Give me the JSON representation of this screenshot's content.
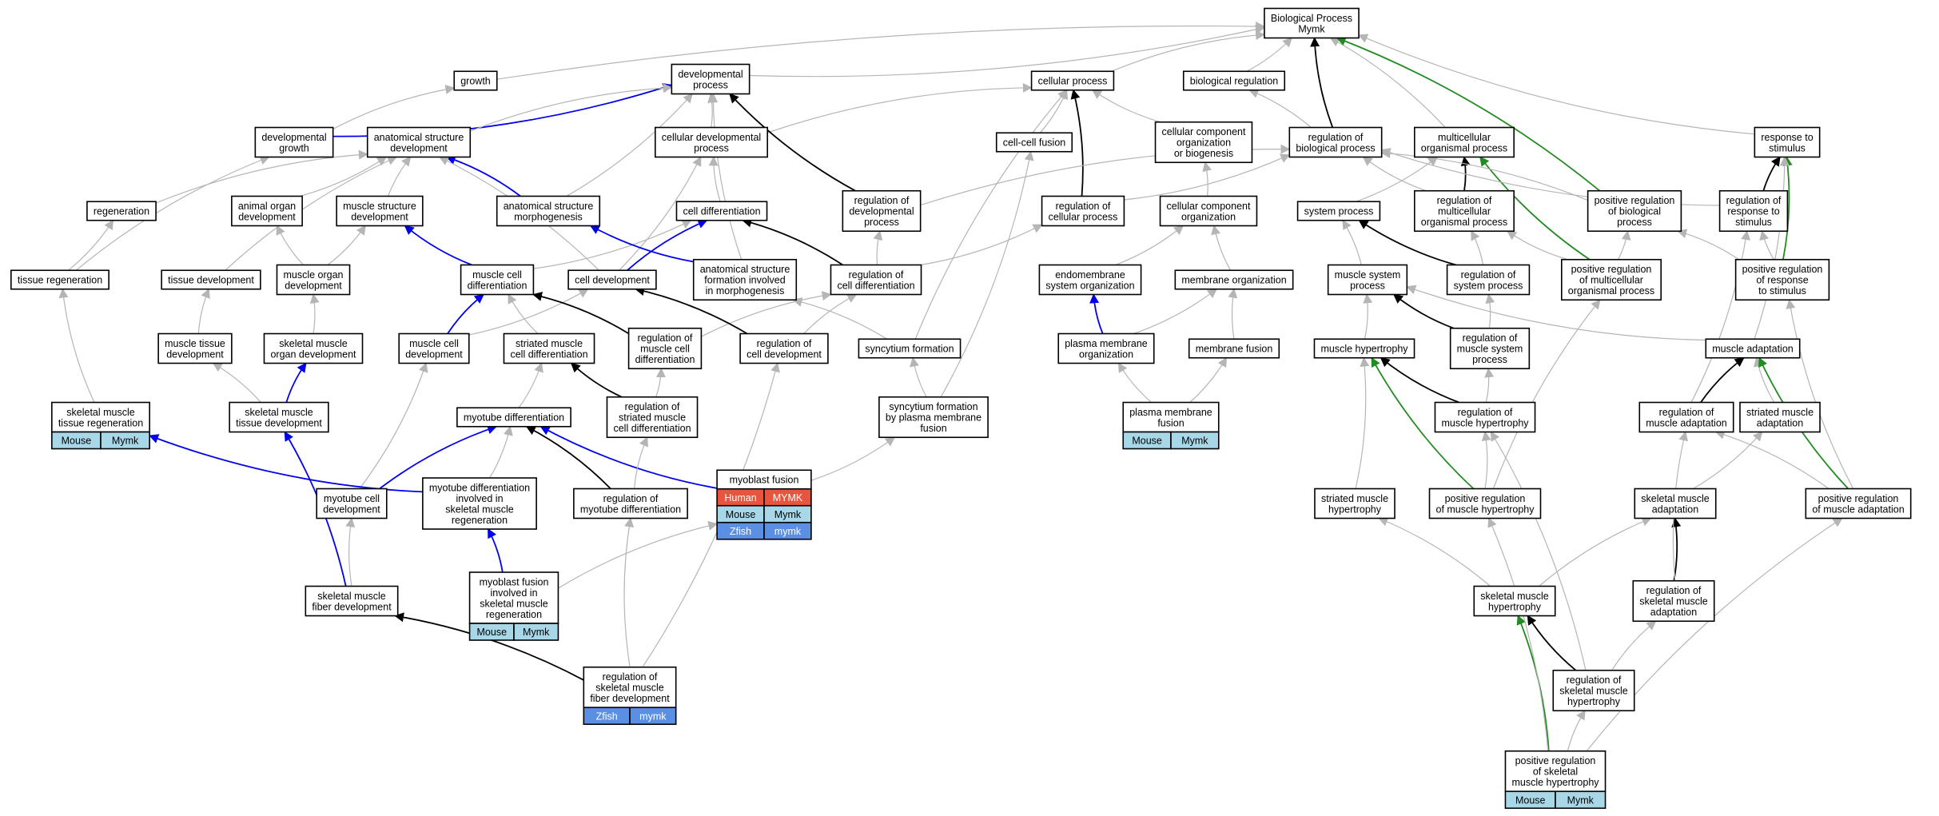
{
  "colors": {
    "is_a": "#b5b5b5",
    "part_of": "#b5b5b5",
    "regulates": "#000000",
    "has_part": "#0000ee",
    "positively_regulates": "#228b22",
    "species": {
      "Human": "#e8553f",
      "Mouse": "#a8d8e8",
      "Zfish": "#5b8fe3"
    }
  },
  "nodes": [
    {
      "id": "bp",
      "label": [
        "Biological Process",
        "Mymk"
      ]
    },
    {
      "id": "growth",
      "label": [
        "growth"
      ]
    },
    {
      "id": "devproc",
      "label": [
        "developmental",
        "process"
      ]
    },
    {
      "id": "cellproc",
      "label": [
        "cellular process"
      ]
    },
    {
      "id": "bioreg",
      "label": [
        "biological regulation"
      ]
    },
    {
      "id": "devgrowth",
      "label": [
        "developmental",
        "growth"
      ]
    },
    {
      "id": "asd",
      "label": [
        "anatomical structure",
        "development"
      ]
    },
    {
      "id": "celldevproc",
      "label": [
        "cellular developmental",
        "process"
      ]
    },
    {
      "id": "cellcellfusion",
      "label": [
        "cell-cell fusion"
      ]
    },
    {
      "id": "ccob",
      "label": [
        "cellular component",
        "organization",
        "or biogenesis"
      ]
    },
    {
      "id": "regbioproc",
      "label": [
        "regulation of",
        "biological process"
      ]
    },
    {
      "id": "multiorg",
      "label": [
        "multicellular",
        "organismal process"
      ]
    },
    {
      "id": "respstim",
      "label": [
        "response to",
        "stimulus"
      ]
    },
    {
      "id": "regeneration",
      "label": [
        "regeneration"
      ]
    },
    {
      "id": "animalorgan",
      "label": [
        "animal organ",
        "development"
      ]
    },
    {
      "id": "msd",
      "label": [
        "muscle structure",
        "development"
      ]
    },
    {
      "id": "asm",
      "label": [
        "anatomical structure",
        "morphogenesis"
      ]
    },
    {
      "id": "celldiff",
      "label": [
        "cell differentiation"
      ]
    },
    {
      "id": "regdevproc",
      "label": [
        "regulation of",
        "developmental",
        "process"
      ]
    },
    {
      "id": "regcellproc",
      "label": [
        "regulation of",
        "cellular process"
      ]
    },
    {
      "id": "cco",
      "label": [
        "cellular component",
        "organization"
      ]
    },
    {
      "id": "sysproc",
      "label": [
        "system process"
      ]
    },
    {
      "id": "regmultiorg",
      "label": [
        "regulation of",
        "multicellular",
        "organismal process"
      ]
    },
    {
      "id": "posregbio",
      "label": [
        "positive regulation",
        "of biological",
        "process"
      ]
    },
    {
      "id": "regresp",
      "label": [
        "regulation of",
        "response to",
        "stimulus"
      ]
    },
    {
      "id": "tissueregen",
      "label": [
        "tissue regeneration"
      ]
    },
    {
      "id": "tissuedev",
      "label": [
        "tissue development"
      ]
    },
    {
      "id": "muscleorgan",
      "label": [
        "muscle organ",
        "development"
      ]
    },
    {
      "id": "mcdiff",
      "label": [
        "muscle cell",
        "differentiation"
      ]
    },
    {
      "id": "celldev",
      "label": [
        "cell development"
      ]
    },
    {
      "id": "asfm",
      "label": [
        "anatomical structure",
        "formation involved",
        "in morphogenesis"
      ]
    },
    {
      "id": "regcelldiff",
      "label": [
        "regulation of",
        "cell differentiation"
      ]
    },
    {
      "id": "endosys",
      "label": [
        "endomembrane",
        "system organization"
      ]
    },
    {
      "id": "memorg",
      "label": [
        "membrane organization"
      ]
    },
    {
      "id": "mussysproc",
      "label": [
        "muscle system",
        "process"
      ]
    },
    {
      "id": "regsysproc",
      "label": [
        "regulation of",
        "system process"
      ]
    },
    {
      "id": "posregmulti",
      "label": [
        "positive regulation",
        "of multicellular",
        "organismal process"
      ]
    },
    {
      "id": "posregresp",
      "label": [
        "positive regulation",
        "of response",
        "to stimulus"
      ]
    },
    {
      "id": "mtissuedev",
      "label": [
        "muscle tissue",
        "development"
      ]
    },
    {
      "id": "smorgdev",
      "label": [
        "skeletal muscle",
        "organ development"
      ]
    },
    {
      "id": "mcdev",
      "label": [
        "muscle cell",
        "development"
      ]
    },
    {
      "id": "striateddiff",
      "label": [
        "striated muscle",
        "cell differentiation"
      ]
    },
    {
      "id": "regmcdiff",
      "label": [
        "regulation of",
        "muscle cell",
        "differentiation"
      ]
    },
    {
      "id": "regcelldev",
      "label": [
        "regulation of",
        "cell development"
      ]
    },
    {
      "id": "syncytium",
      "label": [
        "syncytium formation"
      ]
    },
    {
      "id": "pmorg",
      "label": [
        "plasma membrane",
        "organization"
      ]
    },
    {
      "id": "memfusion",
      "label": [
        "membrane fusion"
      ]
    },
    {
      "id": "muschyper",
      "label": [
        "muscle hypertrophy"
      ]
    },
    {
      "id": "regmussys",
      "label": [
        "regulation of",
        "muscle system",
        "process"
      ]
    },
    {
      "id": "musadapt",
      "label": [
        "muscle adaptation"
      ]
    },
    {
      "id": "smtissueregen",
      "label": [
        "skeletal muscle",
        "tissue regeneration"
      ],
      "tags": [
        [
          "Mouse",
          "Mymk"
        ]
      ]
    },
    {
      "id": "smtissuedev",
      "label": [
        "skeletal muscle",
        "tissue development"
      ]
    },
    {
      "id": "myotubediff",
      "label": [
        "myotube differentiation"
      ]
    },
    {
      "id": "regstriated",
      "label": [
        "regulation of",
        "striated muscle",
        "cell differentiation"
      ]
    },
    {
      "id": "syncpmf",
      "label": [
        "syncytium formation",
        "by plasma membrane",
        "fusion"
      ]
    },
    {
      "id": "pmfusion",
      "label": [
        "plasma membrane",
        "fusion"
      ],
      "tags": [
        [
          "Mouse",
          "Mymk"
        ]
      ]
    },
    {
      "id": "regmushyper",
      "label": [
        "regulation of",
        "muscle hypertrophy"
      ]
    },
    {
      "id": "regmusadapt",
      "label": [
        "regulation of",
        "muscle adaptation"
      ]
    },
    {
      "id": "striatedadapt",
      "label": [
        "striated muscle",
        "adaptation"
      ]
    },
    {
      "id": "myoblastfusion",
      "label": [
        "myoblast fusion"
      ],
      "tags": [
        [
          "Human",
          "MYMK"
        ],
        [
          "Mouse",
          "Mymk"
        ],
        [
          "Zfish",
          "mymk"
        ]
      ]
    },
    {
      "id": "myotubecelldev",
      "label": [
        "myotube cell",
        "development"
      ]
    },
    {
      "id": "mtdregen",
      "label": [
        "myotube differentiation",
        "involved in",
        "skeletal muscle",
        "regeneration"
      ]
    },
    {
      "id": "regmyotube",
      "label": [
        "regulation of",
        "myotube differentiation"
      ]
    },
    {
      "id": "striatedhyper",
      "label": [
        "striated muscle",
        "hypertrophy"
      ]
    },
    {
      "id": "posregmushyper",
      "label": [
        "positive regulation",
        "of muscle hypertrophy"
      ]
    },
    {
      "id": "smadapt",
      "label": [
        "skeletal muscle",
        "adaptation"
      ]
    },
    {
      "id": "posregmusadapt",
      "label": [
        "positive regulation",
        "of muscle adaptation"
      ]
    },
    {
      "id": "mbfregen",
      "label": [
        "myoblast fusion",
        "involved in",
        "skeletal muscle",
        "regeneration"
      ],
      "tags": [
        [
          "Mouse",
          "Mymk"
        ]
      ]
    },
    {
      "id": "smfiberdev",
      "label": [
        "skeletal muscle",
        "fiber development"
      ]
    },
    {
      "id": "smhyper",
      "label": [
        "skeletal muscle",
        "hypertrophy"
      ]
    },
    {
      "id": "regsmadapt",
      "label": [
        "regulation of",
        "skeletal muscle",
        "adaptation"
      ]
    },
    {
      "id": "regsmfiber",
      "label": [
        "regulation of",
        "skeletal muscle",
        "fiber development"
      ],
      "tags": [
        [
          "Zfish",
          "mymk"
        ]
      ]
    },
    {
      "id": "regsmhyper",
      "label": [
        "regulation of",
        "skeletal muscle",
        "hypertrophy"
      ]
    },
    {
      "id": "posregsmhyper",
      "label": [
        "positive regulation",
        "of skeletal",
        "muscle hypertrophy"
      ],
      "tags": [
        [
          "Mouse",
          "Mymk"
        ]
      ]
    }
  ],
  "edges": [
    [
      "growth",
      "bp",
      "is_a"
    ],
    [
      "devproc",
      "bp",
      "is_a"
    ],
    [
      "cellproc",
      "bp",
      "is_a"
    ],
    [
      "bioreg",
      "bp",
      "is_a"
    ],
    [
      "regbioproc",
      "bp",
      "regulates"
    ],
    [
      "multiorg",
      "bp",
      "is_a"
    ],
    [
      "respstim",
      "bp",
      "is_a"
    ],
    [
      "posregbio",
      "bp",
      "positively_regulates"
    ],
    [
      "devgrowth",
      "growth",
      "is_a"
    ],
    [
      "devgrowth",
      "devproc",
      "has_part"
    ],
    [
      "asd",
      "devproc",
      "is_a"
    ],
    [
      "celldevproc",
      "devproc",
      "is_a"
    ],
    [
      "celldevproc",
      "cellproc",
      "is_a"
    ],
    [
      "cellcellfusion",
      "cellproc",
      "is_a"
    ],
    [
      "ccob",
      "cellproc",
      "is_a"
    ],
    [
      "regbioproc",
      "bioreg",
      "is_a"
    ],
    [
      "regdevproc",
      "devproc",
      "regulates"
    ],
    [
      "asm",
      "devproc",
      "part_of"
    ],
    [
      "asfm",
      "devproc",
      "part_of"
    ],
    [
      "regcellproc",
      "cellproc",
      "regulates"
    ],
    [
      "syncytium",
      "cellproc",
      "is_a"
    ],
    [
      "regmultiorg",
      "multiorg",
      "regulates"
    ],
    [
      "posregmulti",
      "multiorg",
      "positively_regulates"
    ],
    [
      "sysproc",
      "multiorg",
      "is_a"
    ],
    [
      "regresp",
      "respstim",
      "regulates"
    ],
    [
      "posregresp",
      "respstim",
      "positively_regulates"
    ],
    [
      "regdevproc",
      "regbioproc",
      "is_a"
    ],
    [
      "regcellproc",
      "regbioproc",
      "is_a"
    ],
    [
      "regmultiorg",
      "regbioproc",
      "is_a"
    ],
    [
      "posregbio",
      "regbioproc",
      "is_a"
    ],
    [
      "regresp",
      "regbioproc",
      "is_a"
    ],
    [
      "cco",
      "ccob",
      "is_a"
    ],
    [
      "regeneration",
      "asd",
      "is_a"
    ],
    [
      "animalorgan",
      "asd",
      "is_a"
    ],
    [
      "msd",
      "asd",
      "is_a"
    ],
    [
      "asm",
      "asd",
      "has_part"
    ],
    [
      "tissuedev",
      "asd",
      "is_a"
    ],
    [
      "celldev",
      "asd",
      "part_of"
    ],
    [
      "celldiff",
      "celldevproc",
      "is_a"
    ],
    [
      "celldev",
      "celldevproc",
      "is_a"
    ],
    [
      "tissueregen",
      "devgrowth",
      "is_a"
    ],
    [
      "tissueregen",
      "regeneration",
      "is_a"
    ],
    [
      "muscleorgan",
      "animalorgan",
      "is_a"
    ],
    [
      "muscleorgan",
      "msd",
      "is_a"
    ],
    [
      "mcdiff",
      "msd",
      "has_part"
    ],
    [
      "mcdiff",
      "celldiff",
      "is_a"
    ],
    [
      "celldev",
      "celldiff",
      "has_part"
    ],
    [
      "regcelldiff",
      "celldiff",
      "regulates"
    ],
    [
      "asfm",
      "asm",
      "has_part"
    ],
    [
      "regcelldiff",
      "regcellproc",
      "is_a"
    ],
    [
      "regcelldiff",
      "regdevproc",
      "is_a"
    ],
    [
      "endosys",
      "cco",
      "is_a"
    ],
    [
      "memorg",
      "cco",
      "is_a"
    ],
    [
      "mussysproc",
      "sysproc",
      "is_a"
    ],
    [
      "regsysproc",
      "sysproc",
      "regulates"
    ],
    [
      "regsysproc",
      "regmultiorg",
      "is_a"
    ],
    [
      "posregmulti",
      "regmultiorg",
      "is_a"
    ],
    [
      "posregmulti",
      "posregbio",
      "is_a"
    ],
    [
      "posregresp",
      "regresp",
      "is_a"
    ],
    [
      "posregresp",
      "posregbio",
      "is_a"
    ],
    [
      "mtissuedev",
      "tissuedev",
      "is_a"
    ],
    [
      "smorgdev",
      "muscleorgan",
      "is_a"
    ],
    [
      "mcdev",
      "mcdiff",
      "has_part"
    ],
    [
      "mcdev",
      "celldev",
      "is_a"
    ],
    [
      "striateddiff",
      "mcdiff",
      "is_a"
    ],
    [
      "regmcdiff",
      "mcdiff",
      "regulates"
    ],
    [
      "regmcdiff",
      "regcelldiff",
      "is_a"
    ],
    [
      "regcelldev",
      "celldev",
      "regulates"
    ],
    [
      "regcelldev",
      "regcelldiff",
      "is_a"
    ],
    [
      "syncytium",
      "asfm",
      "is_a"
    ],
    [
      "pmorg",
      "endosys",
      "has_part"
    ],
    [
      "pmorg",
      "memorg",
      "is_a"
    ],
    [
      "memfusion",
      "memorg",
      "is_a"
    ],
    [
      "muschyper",
      "mussysproc",
      "is_a"
    ],
    [
      "regmussys",
      "mussysproc",
      "regulates"
    ],
    [
      "regmussys",
      "regsysproc",
      "is_a"
    ],
    [
      "musadapt",
      "mussysproc",
      "is_a"
    ],
    [
      "musadapt",
      "respstim",
      "is_a"
    ],
    [
      "smtissueregen",
      "tissueregen",
      "is_a"
    ],
    [
      "smtissuedev",
      "mtissuedev",
      "is_a"
    ],
    [
      "smtissuedev",
      "smorgdev",
      "has_part"
    ],
    [
      "myotubediff",
      "striateddiff",
      "is_a"
    ],
    [
      "regstriated",
      "striateddiff",
      "regulates"
    ],
    [
      "regstriated",
      "regmcdiff",
      "is_a"
    ],
    [
      "syncpmf",
      "syncytium",
      "is_a"
    ],
    [
      "syncpmf",
      "cellcellfusion",
      "is_a"
    ],
    [
      "pmfusion",
      "pmorg",
      "is_a"
    ],
    [
      "pmfusion",
      "memfusion",
      "is_a"
    ],
    [
      "regmushyper",
      "muschyper",
      "regulates"
    ],
    [
      "regmushyper",
      "regmussys",
      "is_a"
    ],
    [
      "regmusadapt",
      "musadapt",
      "regulates"
    ],
    [
      "regmusadapt",
      "regresp",
      "is_a"
    ],
    [
      "striatedadapt",
      "musadapt",
      "is_a"
    ],
    [
      "myoblastfusion",
      "syncpmf",
      "is_a"
    ],
    [
      "myoblastfusion",
      "myotubediff",
      "has_part"
    ],
    [
      "myotubecelldev",
      "mcdev",
      "is_a"
    ],
    [
      "myotubecelldev",
      "myotubediff",
      "has_part"
    ],
    [
      "mtdregen",
      "myotubediff",
      "is_a"
    ],
    [
      "mtdregen",
      "smtissueregen",
      "has_part"
    ],
    [
      "regmyotube",
      "myotubediff",
      "regulates"
    ],
    [
      "regmyotube",
      "regstriated",
      "is_a"
    ],
    [
      "striatedhyper",
      "muschyper",
      "is_a"
    ],
    [
      "posregmushyper",
      "muschyper",
      "positively_regulates"
    ],
    [
      "posregmushyper",
      "regmushyper",
      "is_a"
    ],
    [
      "posregmushyper",
      "posregmulti",
      "is_a"
    ],
    [
      "smadapt",
      "striatedadapt",
      "is_a"
    ],
    [
      "posregmusadapt",
      "musadapt",
      "positively_regulates"
    ],
    [
      "posregmusadapt",
      "regmusadapt",
      "is_a"
    ],
    [
      "posregmusadapt",
      "posregresp",
      "is_a"
    ],
    [
      "mbfregen",
      "mtdregen",
      "has_part"
    ],
    [
      "mbfregen",
      "myoblastfusion",
      "is_a"
    ],
    [
      "smfiberdev",
      "smtissuedev",
      "has_part"
    ],
    [
      "smfiberdev",
      "myotubecelldev",
      "is_a"
    ],
    [
      "smhyper",
      "striatedhyper",
      "is_a"
    ],
    [
      "smhyper",
      "smadapt",
      "is_a"
    ],
    [
      "regsmadapt",
      "smadapt",
      "regulates"
    ],
    [
      "regsmadapt",
      "regmusadapt",
      "is_a"
    ],
    [
      "regsmfiber",
      "smfiberdev",
      "regulates"
    ],
    [
      "regsmfiber",
      "regmyotube",
      "is_a"
    ],
    [
      "regsmfiber",
      "regcelldev",
      "is_a"
    ],
    [
      "regsmhyper",
      "smhyper",
      "regulates"
    ],
    [
      "regsmhyper",
      "regmushyper",
      "is_a"
    ],
    [
      "regsmhyper",
      "regsmadapt",
      "is_a"
    ],
    [
      "posregsmhyper",
      "smhyper",
      "positively_regulates"
    ],
    [
      "posregsmhyper",
      "regsmhyper",
      "is_a"
    ],
    [
      "posregsmhyper",
      "posregmushyper",
      "is_a"
    ],
    [
      "posregsmhyper",
      "posregmusadapt",
      "is_a"
    ]
  ]
}
